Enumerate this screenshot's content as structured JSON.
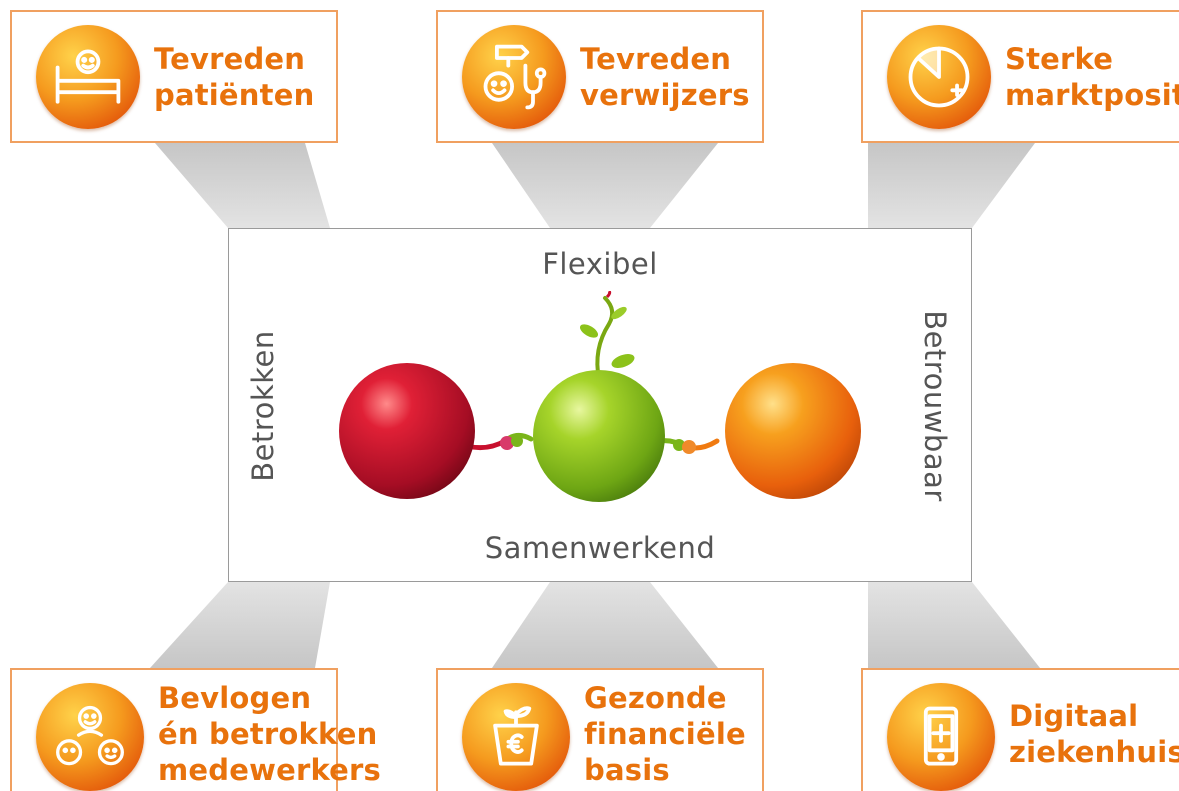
{
  "center": {
    "values": {
      "top": "Flexibel",
      "bottom": "Samenwerkend",
      "left": "Betrokken",
      "right": "Betrouwbaar"
    }
  },
  "outcomes": {
    "top_left": {
      "label": "Tevreden\npatiënten",
      "icon": "patient-bed-icon"
    },
    "top_center": {
      "label": "Tevreden\nverwijzers",
      "icon": "signpost-stethoscope-icon"
    },
    "top_right": {
      "label": "Sterke\nmarktpositie",
      "icon": "pie-chart-plus-icon"
    },
    "bottom_left": {
      "label": "Bevlogen\nén betrokken\nmedewerkers",
      "icon": "people-group-icon"
    },
    "bottom_center": {
      "label": "Gezonde\nfinanciële\nbasis",
      "icon": "euro-plant-pot-icon"
    },
    "bottom_right": {
      "label": "Digitaal\nziekenhuis",
      "icon": "tablet-plus-icon"
    }
  },
  "colors": {
    "accent_orange": "#e8720c",
    "box_border": "#f0a060",
    "connector_gray": "#cfcfcf",
    "ball_red": "#c8102e",
    "ball_green": "#8cc21a",
    "ball_orange": "#f07a10"
  }
}
